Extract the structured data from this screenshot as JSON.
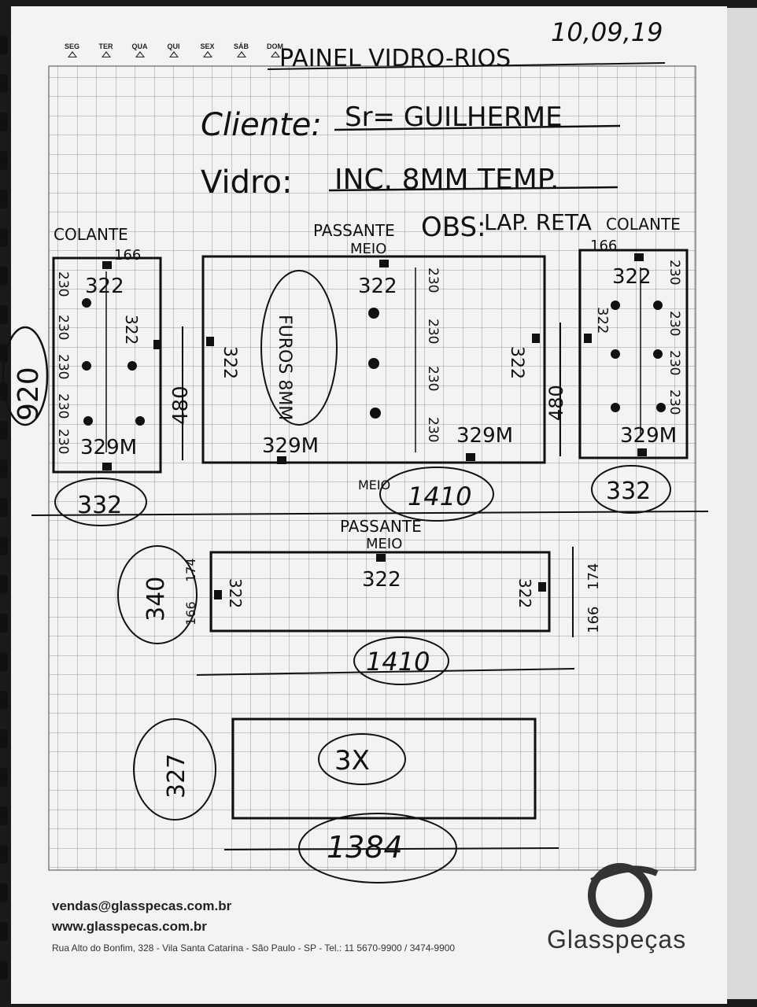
{
  "header": {
    "weekdays": [
      "SEG",
      "TER",
      "QUA",
      "QUI",
      "SEX",
      "SÁB",
      "DOM"
    ],
    "title": "PAINEL VIDRO-RIOS",
    "date": "10,09,19"
  },
  "order": {
    "client_label": "Cliente:",
    "client_value": "Sr= GUILHERME",
    "glass_label": "Vidro:",
    "glass_value": "INC. 8MM TEMP.",
    "obs_label": "OBS:",
    "obs_value": "LAP. RETA"
  },
  "drawing": {
    "height_total": "920",
    "left_panel": {
      "title": "COLANTE",
      "top_dim": "166",
      "hole": "322",
      "hole_side": "322",
      "bottom": "329M",
      "width": "332",
      "height": "480",
      "spacings": [
        "230",
        "230",
        "230",
        "230",
        "230"
      ]
    },
    "center_panel": {
      "title": "PASSANTE",
      "subtitle": "MEIO",
      "hole": "322",
      "left_hole": "322",
      "right_hole": "322",
      "note": "FUROS 8MM",
      "bottom_left": "329M",
      "bottom_right": "329M",
      "width": "1410",
      "width_note": "MEIO",
      "height": "480",
      "spacings": [
        "230",
        "230",
        "230",
        "230"
      ]
    },
    "right_panel": {
      "title": "COLANTE",
      "top_dim": "166",
      "hole": "322",
      "hole_side": "322",
      "bottom": "329M",
      "width": "332",
      "spacings": [
        "230",
        "230",
        "230",
        "230"
      ]
    },
    "bottom_panel": {
      "title": "PASSANTE",
      "subtitle": "MEIO",
      "hole": "322",
      "left_hole": "322",
      "right_hole": "322",
      "height": "340",
      "left_dims": [
        "174",
        "166"
      ],
      "right_dims": [
        "174",
        "166"
      ],
      "width": "1410"
    },
    "plain_panel": {
      "height": "327",
      "quantity": "3X",
      "width": "1384"
    }
  },
  "footer": {
    "email": "vendas@glasspecas.com.br",
    "website": "www.glasspecas.com.br",
    "address": "Rua Alto do Bonfim, 328 - Vila Santa Catarina - São Paulo - SP - Tel.: 11 5670-9900 / 3474-9900",
    "brand": "Glasspeças"
  }
}
